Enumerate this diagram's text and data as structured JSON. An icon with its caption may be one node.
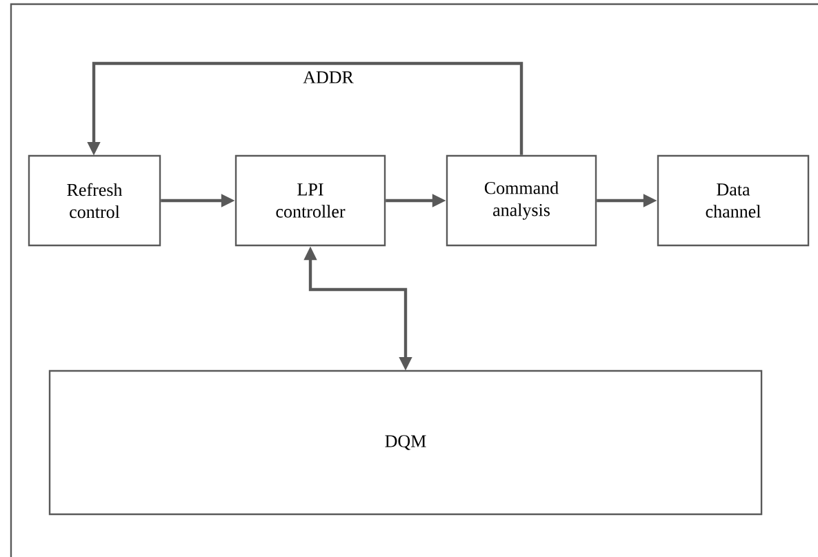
{
  "diagram": {
    "nodes": [
      {
        "text": [
          "Refresh control"
        ]
      },
      {
        "text": [
          "LPI controller"
        ]
      },
      {
        "text": [
          "Command analysis"
        ]
      },
      {
        "text": [
          "Data channel"
        ]
      },
      {
        "text": [
          "DQM"
        ]
      }
    ],
    "edges": [
      {
        "from": 0,
        "to": 1,
        "arrow": "to"
      },
      {
        "from": 1,
        "to": 2,
        "arrow": "to"
      },
      {
        "from": 2,
        "to": 3,
        "arrow": "to"
      },
      {
        "from": 2,
        "to": 0,
        "arrow": "to",
        "label": "ADDR"
      },
      {
        "from": 1,
        "to": 4,
        "arrow": "both"
      }
    ]
  }
}
